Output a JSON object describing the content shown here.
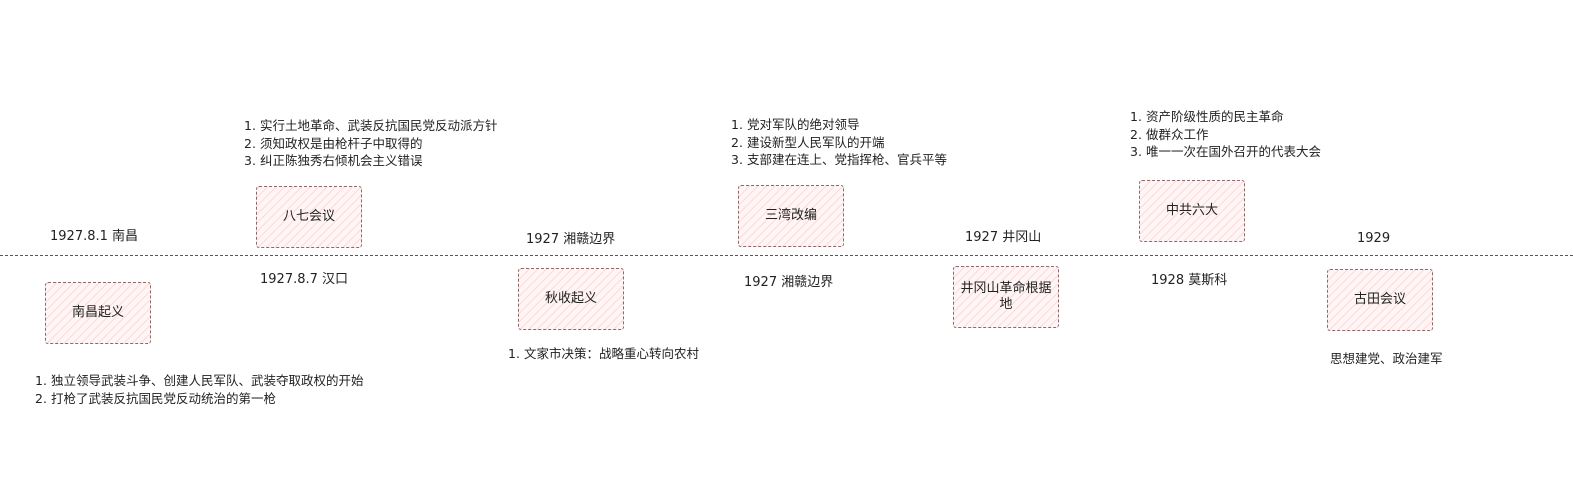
{
  "events": [
    {
      "id": "nanchang",
      "title": "南昌起义",
      "date": "1927.8.1 南昌",
      "notes": [
        "独立领导武装斗争、创建人民军队、武装夺取政权的开始",
        "打枪了武装反抗国民党反动统治的第一枪"
      ]
    },
    {
      "id": "baqi",
      "title": "八七会议",
      "date": "1927.8.7 汉口",
      "notes": [
        "实行土地革命、武装反抗国民党反动派方针",
        "须知政权是由枪杆子中取得的",
        "纠正陈独秀右倾机会主义错误"
      ]
    },
    {
      "id": "qiushou",
      "title": "秋收起义",
      "date": "1927 湘赣边界",
      "notes": [
        "文家市决策：战略重心转向农村"
      ]
    },
    {
      "id": "sanwan",
      "title": "三湾改编",
      "date": "1927 湘赣边界",
      "notes": [
        "党对军队的绝对领导",
        "建设新型人民军队的开端",
        "支部建在连上、党指挥枪、官兵平等"
      ]
    },
    {
      "id": "jinggangshan",
      "title": "井冈山革命根据地",
      "date": "1927 井冈山",
      "notes": []
    },
    {
      "id": "liuda",
      "title": "中共六大",
      "date": "1928 莫斯科",
      "notes": [
        "资产阶级性质的民主革命",
        "做群众工作",
        "唯一一次在国外召开的代表大会"
      ]
    },
    {
      "id": "gutian",
      "title": "古田会议",
      "date": "1929",
      "note": "思想建党、政治建军"
    }
  ],
  "colors": {
    "box_fill": "#fff5f5",
    "box_hatch": "#f096a0",
    "box_border": "#8a6a6a",
    "line": "#555555",
    "text": "#222222"
  }
}
